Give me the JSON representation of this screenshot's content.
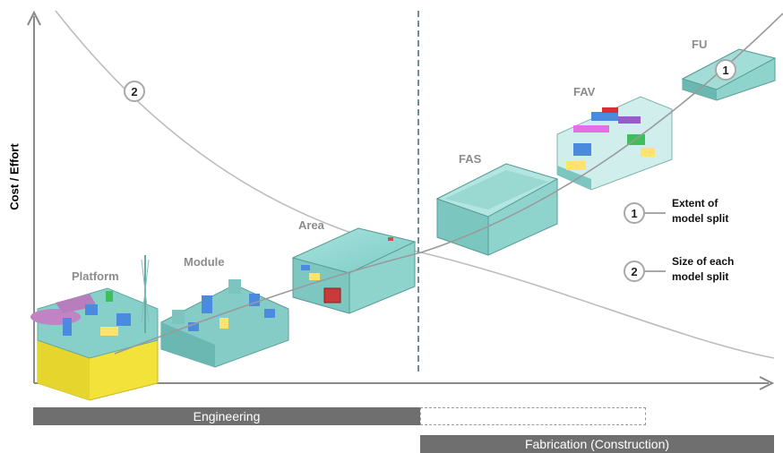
{
  "axes": {
    "y_label": "Cost / Effort"
  },
  "stages": {
    "platform": "Platform",
    "module": "Module",
    "area": "Area",
    "fas": "FAS",
    "fav": "FAV",
    "fu": "FU"
  },
  "markers": {
    "one": "1",
    "two": "2"
  },
  "legend": {
    "item1_line1": "Extent of",
    "item1_line2": "model split",
    "item2_line1": "Size of each",
    "item2_line2": "model split"
  },
  "phases": {
    "engineering": "Engineering",
    "fabrication": "Fabrication (Construction)"
  },
  "colors": {
    "axis": "#8a8a8a",
    "curve": "#b8b8b8",
    "teal_model": "#7ecfc9",
    "yellow_base": "#f2e23a",
    "phase_bar": "#6f6f6f"
  }
}
